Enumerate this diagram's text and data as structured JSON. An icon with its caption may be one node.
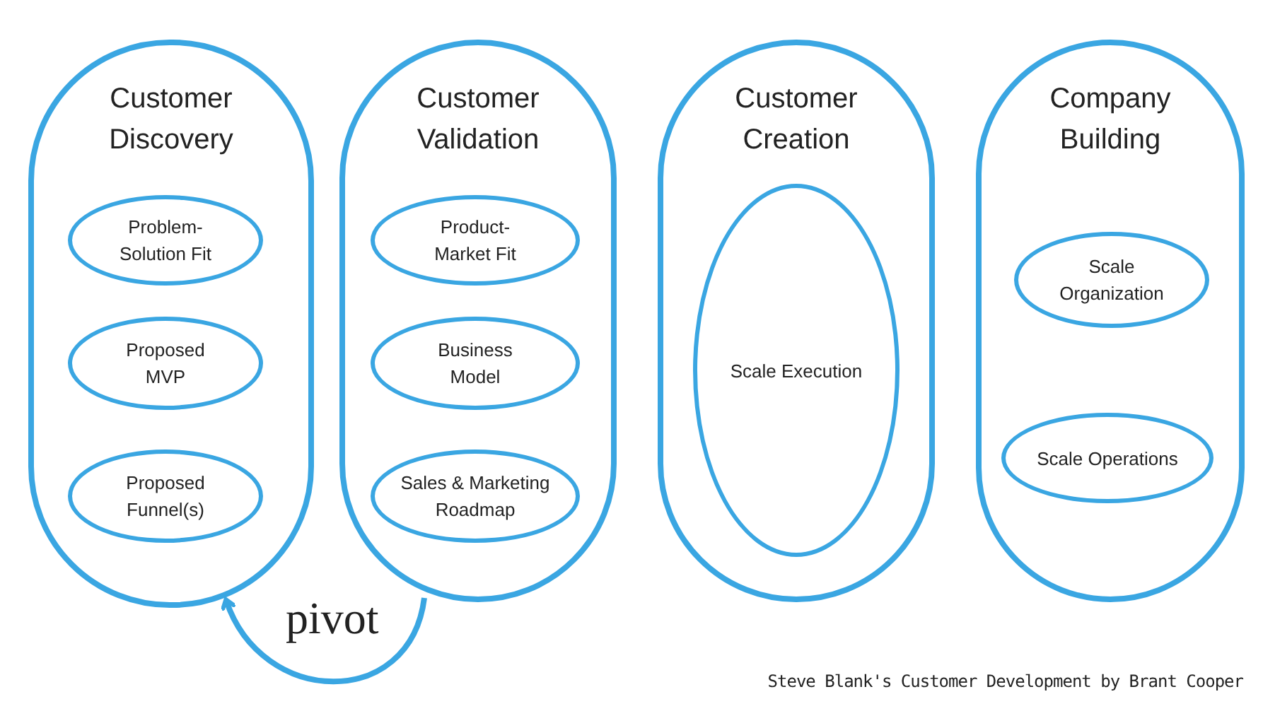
{
  "diagram": {
    "caption": "Steve Blank's Customer Development by Brant Cooper",
    "nodes": [
      {
        "text": [
          "Customer Discovery"
        ]
      },
      {
        "text": [
          "Problem- Solution Fit"
        ],
        "in": 0
      },
      {
        "text": [
          "Proposed MVP"
        ],
        "in": 0
      },
      {
        "text": [
          "Proposed Funnel(s)"
        ],
        "in": 0
      },
      {
        "text": [
          "Customer Validation"
        ]
      },
      {
        "text": [
          "Product- Market Fit"
        ],
        "in": 4
      },
      {
        "text": [
          "Business Model"
        ],
        "in": 4
      },
      {
        "text": [
          "Sales & Marketing Roadmap"
        ],
        "in": 4
      },
      {
        "text": [
          "Customer Creation"
        ]
      },
      {
        "text": [
          "Scale Execution"
        ],
        "in": 8
      },
      {
        "text": [
          "Company Building"
        ]
      },
      {
        "text": [
          "Scale Organization"
        ],
        "in": 10
      },
      {
        "text": [
          "Scale Operations"
        ],
        "in": 10
      }
    ],
    "edges": [
      {
        "from": 4,
        "to": 0,
        "arrow": "to",
        "label": "pivot"
      }
    ]
  }
}
